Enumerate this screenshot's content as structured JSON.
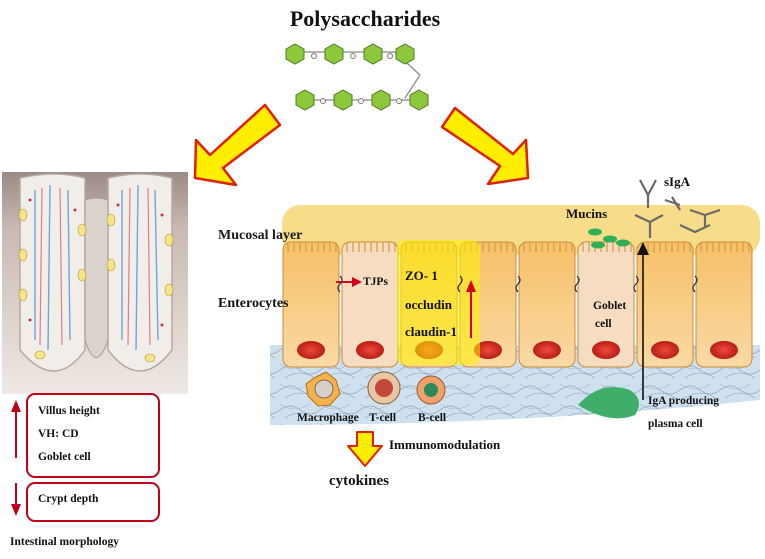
{
  "title": "Polysaccharides",
  "layers": {
    "mucosal": "Mucosal layer",
    "enterocytes": "Enterocytes"
  },
  "labels": {
    "mucins": "Mucins",
    "siga": "sIgA",
    "tjps": "TJPs",
    "zo1": "ZO- 1",
    "occludin": "occludin",
    "claudin": "claudin-1",
    "goblet_line1": "Goblet",
    "goblet_line2": "cell",
    "macrophage": "Macrophage",
    "tcell": "T-cell",
    "bcell": "B-cell",
    "iga_line1": "IgA producing",
    "iga_line2": "plasma cell",
    "immunomodulation": "Immunomodulation",
    "cytokines": "cytokines"
  },
  "morphology": {
    "increase_items": [
      "Villus height",
      "VH: CD",
      "Goblet cell"
    ],
    "decrease_items": [
      "Crypt depth"
    ],
    "caption": "Intestinal morphology"
  },
  "colors": {
    "arrow_yellow": "#ffee00",
    "arrow_red_outline": "#e02000",
    "hexagon_green": "#8cc83c",
    "mucus": "#f7dc8a",
    "cell_fill": "#f2b25a",
    "nucleus": "#d8302a",
    "highlight": "#fff200",
    "lamina": "#cfe0ef",
    "box_red": "#c0001a"
  }
}
